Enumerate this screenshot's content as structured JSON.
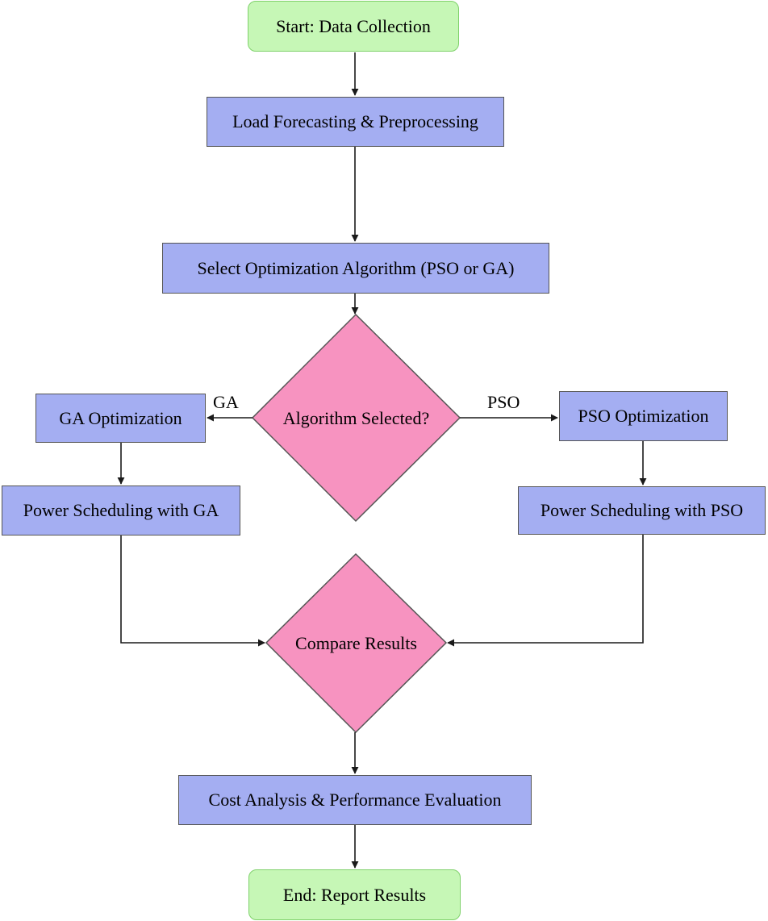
{
  "colors": {
    "terminal_fill": "#c6f7b6",
    "terminal_border": "#7fd16b",
    "process_fill": "#a4aef2",
    "decision_fill": "#f793c0",
    "line": "#1a1a1a"
  },
  "nodes": {
    "start": "Start: Data Collection",
    "load_forecasting": "Load Forecasting & Preprocessing",
    "select_algorithm": "Select Optimization Algorithm (PSO or GA)",
    "algorithm_decision": "Algorithm Selected?",
    "ga_optimization": "GA Optimization",
    "pso_optimization": "PSO Optimization",
    "power_scheduling_ga": "Power Scheduling with GA",
    "power_scheduling_pso": "Power Scheduling with PSO",
    "compare_results": "Compare Results",
    "cost_analysis": "Cost Analysis & Performance Evaluation",
    "end": "End: Report Results"
  },
  "edges": {
    "ga_label": "GA",
    "pso_label": "PSO"
  }
}
